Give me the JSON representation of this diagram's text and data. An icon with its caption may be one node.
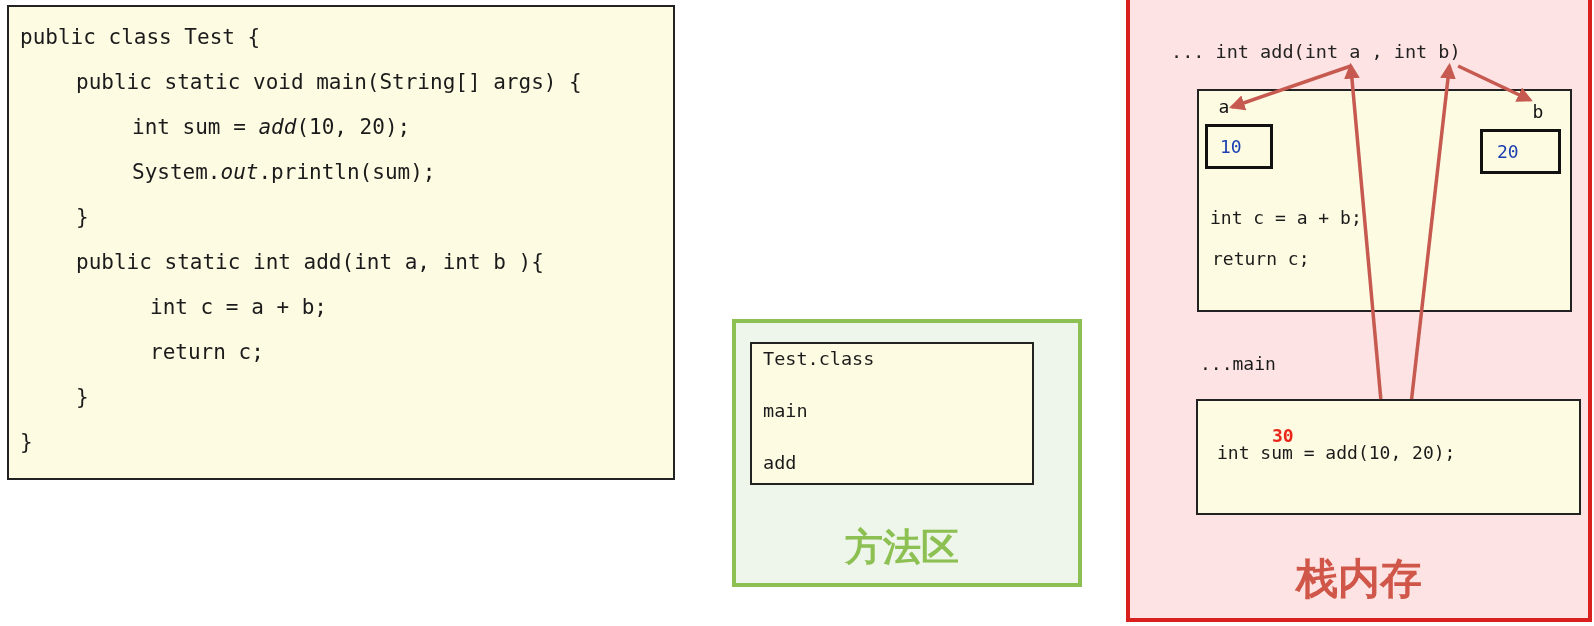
{
  "diagram": {
    "nodes": [
      {
        "text": [
          "public class Test {",
          "public static void main(String[] args) {",
          "int sum = *add*(10, 20);",
          "System.*out*.println(sum);",
          "}",
          "public static int add(int a, int b ){",
          "int c = a + b;",
          "return c;",
          "}",
          "}"
        ]
      },
      {
        "text": [
          "方法区"
        ]
      },
      {
        "text": [
          "Test.class",
          "main",
          "add"
        ],
        "in": 1
      },
      {
        "text": [
          "栈内存"
        ]
      },
      {
        "text": [
          "... int add(int a , int b)"
        ],
        "in": 3
      },
      {
        "text": [
          "int c = a + b;",
          "return c;"
        ],
        "in": 3
      },
      {
        "text": [
          "a"
        ],
        "in": 5
      },
      {
        "text": [
          "10"
        ],
        "in": 5
      },
      {
        "text": [
          "b"
        ],
        "in": 5
      },
      {
        "text": [
          "20"
        ],
        "in": 5
      },
      {
        "text": [
          "30",
          "int sum = add(10, 20);"
        ],
        "in": 3
      }
    ],
    "edges": [
      {
        "from": 4,
        "to": 6,
        "arrow": "to"
      },
      {
        "from": 4,
        "to": 8,
        "arrow": "to"
      },
      {
        "from": 10,
        "to": 4,
        "arrow": "to"
      },
      {
        "from": 10,
        "to": 4,
        "arrow": "to"
      }
    ],
    "labels": [
      "...main"
    ]
  }
}
